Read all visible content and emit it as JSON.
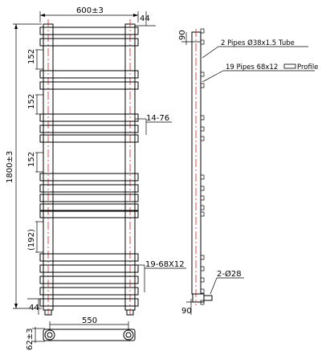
{
  "dimensions": {
    "overall_width": "600±3",
    "top_offset": "44",
    "height": "1800±3",
    "gap1": "152",
    "gap2": "152",
    "gap3": "152",
    "gap4": "(192)",
    "tube_spacing": "14-76",
    "bar_profile": "19-68X12",
    "bottom_offset": "44",
    "centres": "550",
    "depth": "62±3",
    "side_top": "90",
    "side_bottom": "90",
    "inlet": "2-Ø28"
  },
  "notes": {
    "pipes_tube": "2 Pipes Ø38x1.5 Tube",
    "pipes_profile": "19 Pipes 68x12",
    "profile_word": "Profile"
  },
  "colors": {
    "line": "#000000",
    "centerline": "#dd2222"
  }
}
